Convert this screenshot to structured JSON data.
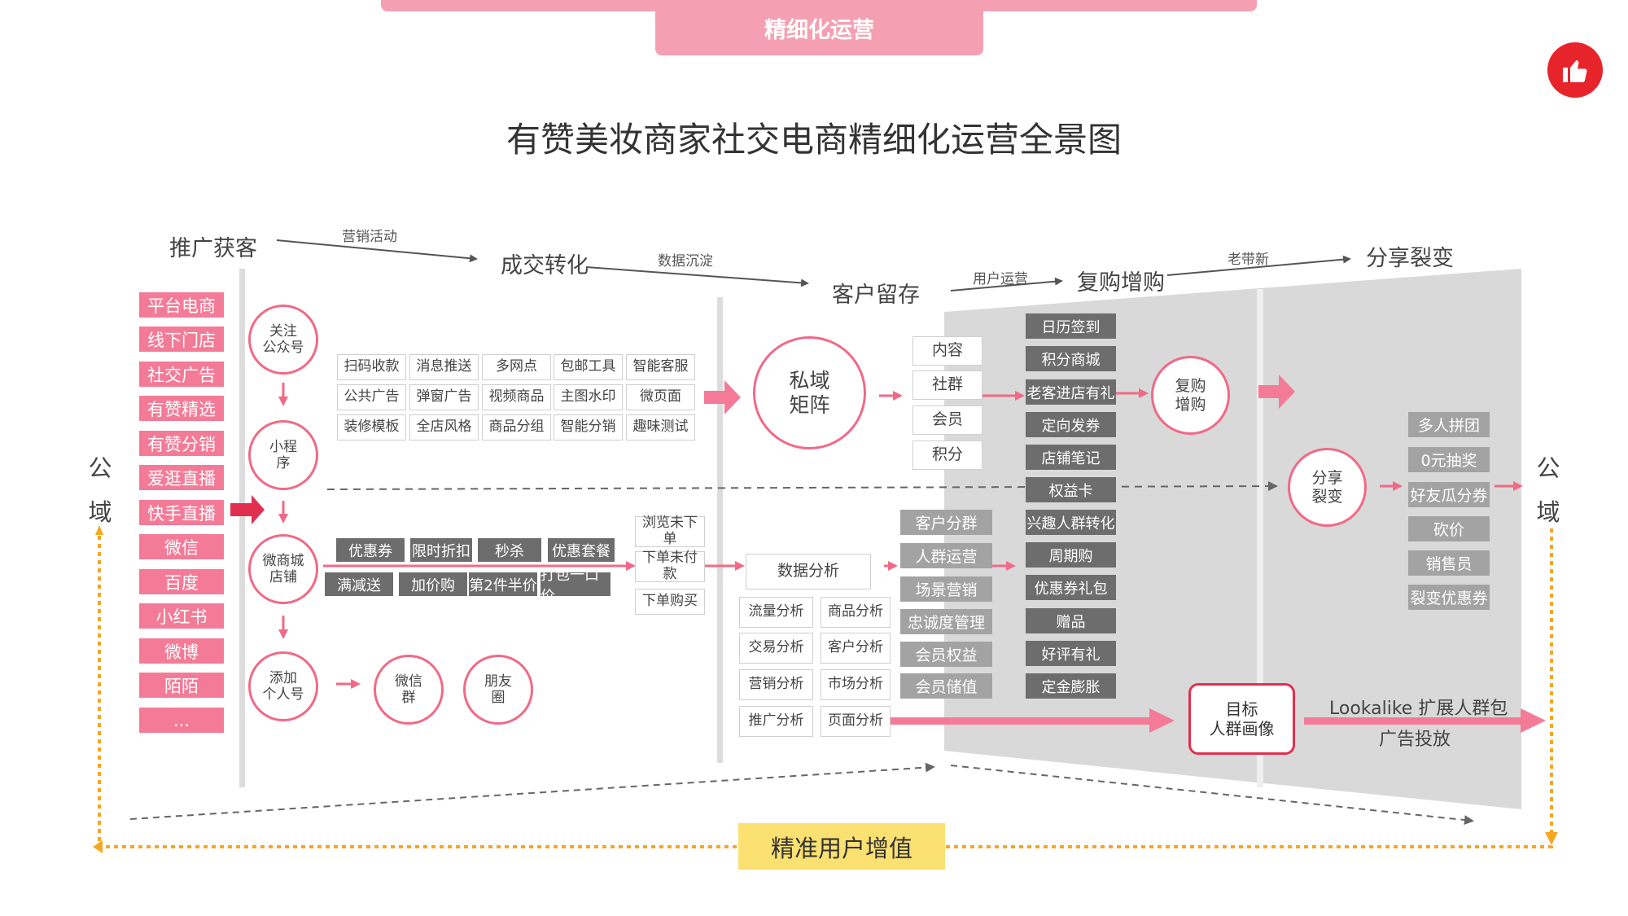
{
  "header": {
    "tab_label": "精细化运营",
    "title": "有赞美妆商家社交电商精细化运营全景图"
  },
  "stages": {
    "s1": "推广获客",
    "s2": "成交转化",
    "s3": "客户留存",
    "s4": "复购增购",
    "s5": "分享裂变"
  },
  "flow_labels": {
    "f1": "营销活动",
    "f2": "数据沉淀",
    "f3": "用户运营",
    "f4": "老带新"
  },
  "sides": {
    "left": "公域",
    "right": "公域"
  },
  "sources": [
    "平台电商",
    "线下门店",
    "社交广告",
    "有赞精选",
    "有赞分销",
    "爱逛直播",
    "快手直播",
    "微信",
    "百度",
    "小红书",
    "微博",
    "陌陌",
    "..."
  ],
  "channels": {
    "follow_wechat": "关注\n公众号",
    "mini_program": "小程\n序",
    "micro_mall": "微商城\n店铺",
    "add_personal": "添加\n个人号",
    "wechat_group": "微信\n群",
    "moments": "朋友\n圈"
  },
  "tools": [
    "扫码收款",
    "消息推送",
    "多网点",
    "包邮工具",
    "智能客服",
    "公共广告",
    "弹窗广告",
    "视频商品",
    "主图水印",
    "微页面",
    "装修模板",
    "全店风格",
    "商品分组",
    "智能分销",
    "趣味测试"
  ],
  "promotions": [
    "优惠券",
    "限时折扣",
    "秒杀",
    "优惠套餐",
    "满减送",
    "加价购",
    "第2件半价",
    "打包一口价"
  ],
  "recovery": [
    "浏览未下\n单",
    "下单未付\n款",
    "下单购买"
  ],
  "private_domain": "私域\n矩阵",
  "private_items": [
    "内容",
    "社群",
    "会员",
    "积分"
  ],
  "data_analysis": {
    "title": "数据分析",
    "items": [
      "流量分析",
      "商品分析",
      "交易分析",
      "客户分析",
      "营销分析",
      "市场分析",
      "推广分析",
      "页面分析"
    ]
  },
  "customer_ops": [
    "客户分群",
    "人群运营",
    "场景营销",
    "忠诚度管理",
    "会员权益",
    "会员储值"
  ],
  "repurchase_tools": [
    "日历签到",
    "积分商城",
    "老客进店有礼",
    "定向发券",
    "店铺笔记",
    "权益卡",
    "兴趣人群转化",
    "周期购",
    "优惠券礼包",
    "赠品",
    "好评有礼",
    "定金膨胀"
  ],
  "repurchase_circle": "复购\n增购",
  "share_circle": "分享\n裂变",
  "share_items": [
    "多人拼团",
    "0元抽奖",
    "好友瓜分券",
    "砍价",
    "销售员",
    "裂变优惠券"
  ],
  "target": "目标\n人群画像",
  "lookalike": {
    "line1": "Lookalike 扩展人群包",
    "line2": "广告投放"
  },
  "footer": "精准用户增值",
  "colors": {
    "pink": "#f06a87",
    "source_pink": "#f47b97",
    "red": "#e1304f",
    "dark_box": "#6d6d6d",
    "gray_box": "#a3a3a3",
    "panel": "#d9d9d9",
    "yellow": "#fbe072",
    "orange": "#f5a623"
  }
}
